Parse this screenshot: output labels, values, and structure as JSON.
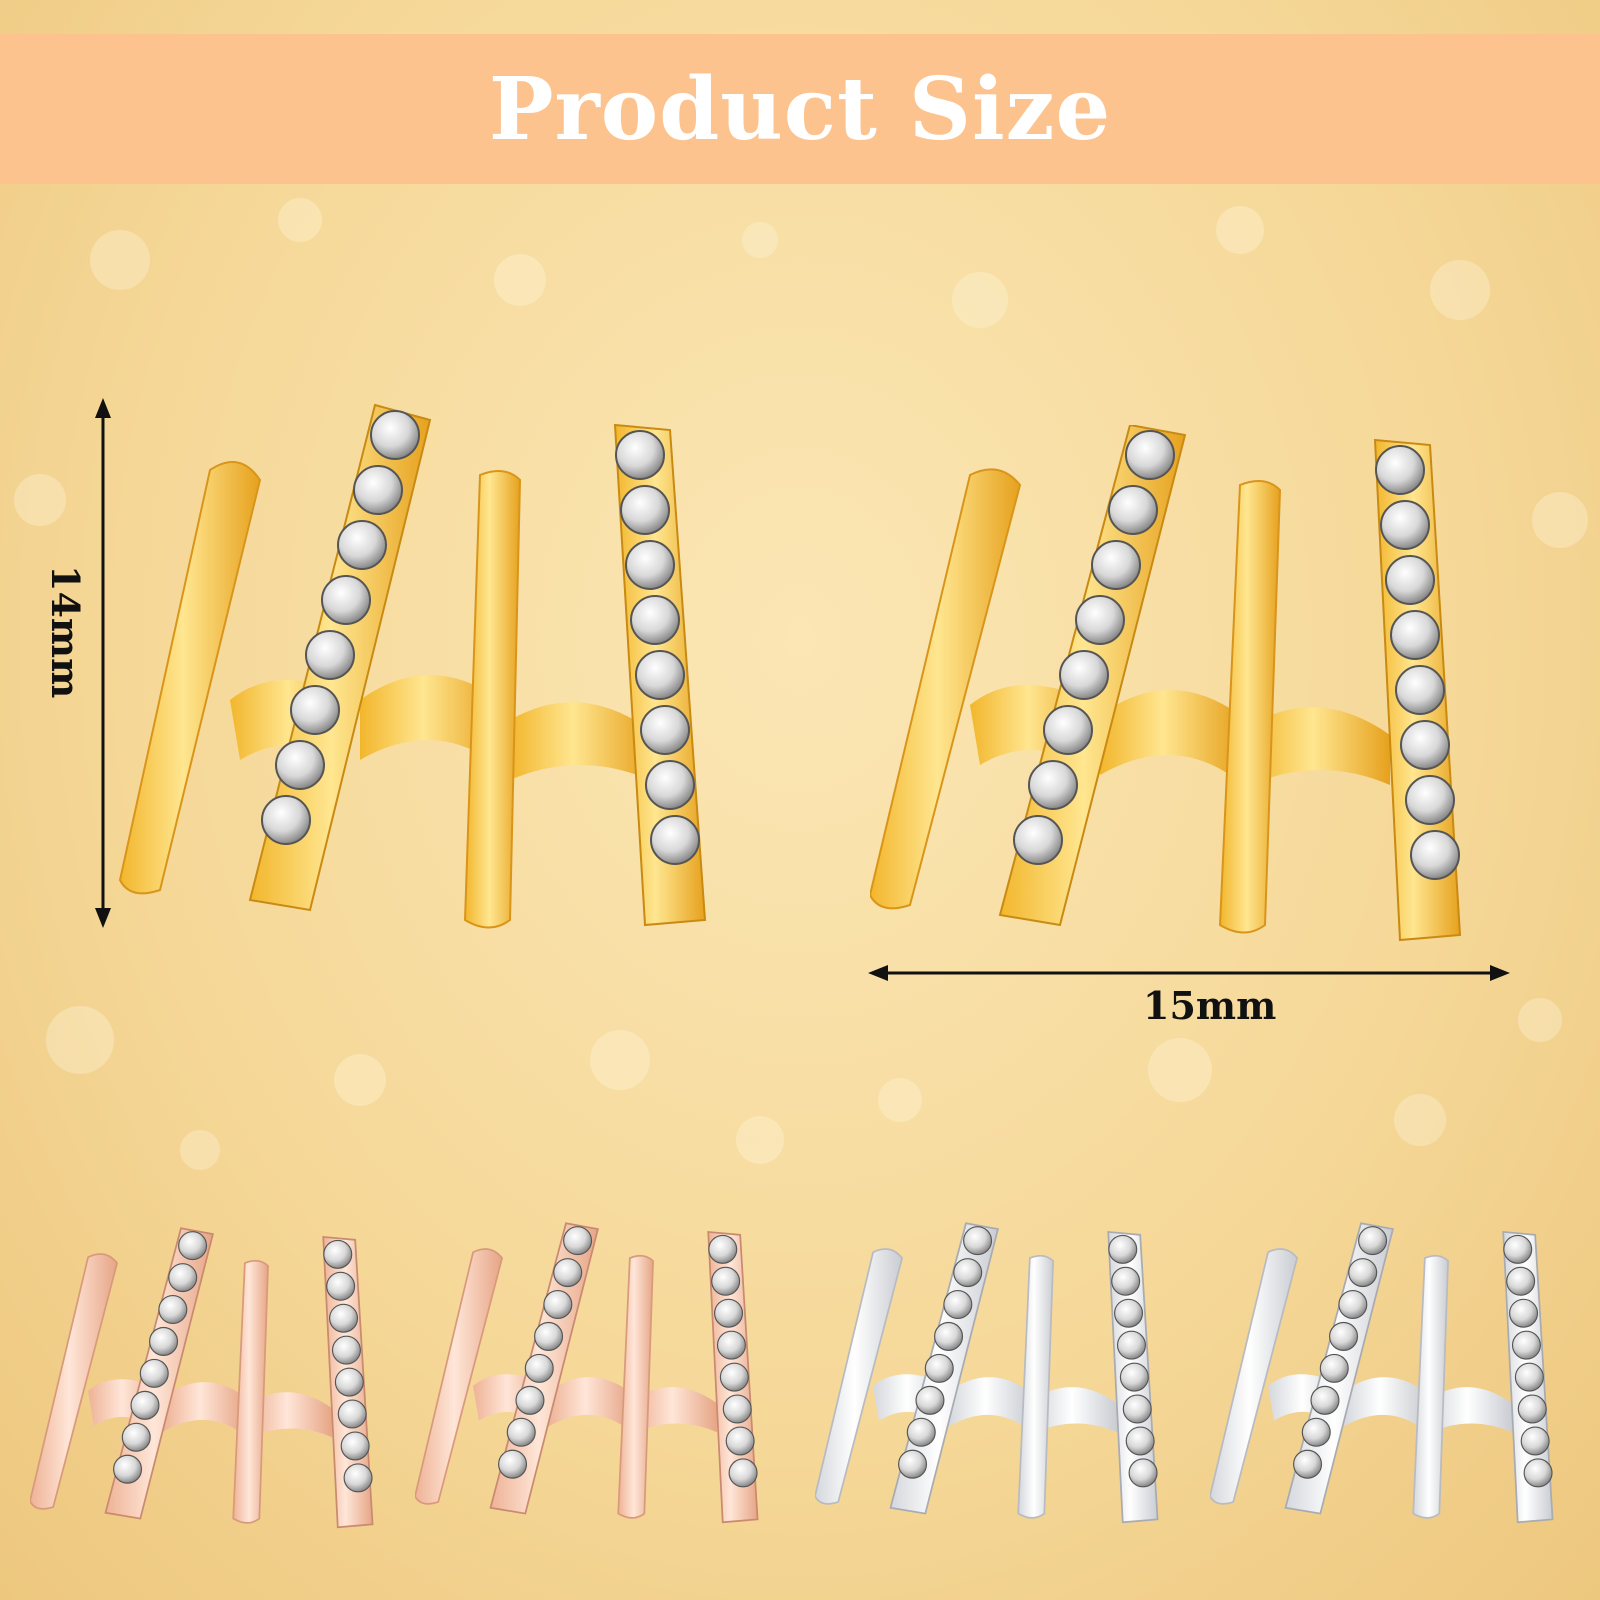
{
  "banner": {
    "title": "Product Size"
  },
  "dimensions": {
    "height_label": "14mm",
    "width_label": "15mm"
  },
  "finishes": [
    "gold",
    "gold",
    "rose-gold",
    "rose-gold",
    "silver",
    "silver"
  ],
  "colors": {
    "banner": "#fcc38e",
    "background": "#f6d99a",
    "gold_light": "#ffe48a",
    "gold_dark": "#e9a21a",
    "rose_light": "#ffe1cf",
    "rose_dark": "#e9a98a",
    "silver_light": "#ffffff",
    "silver_dark": "#cfd2d8"
  }
}
